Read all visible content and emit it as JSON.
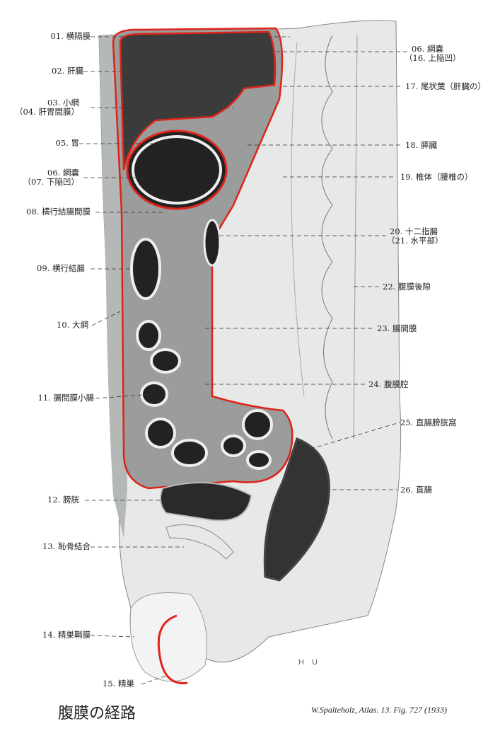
{
  "title": "腹膜の経路",
  "citation": "W.Spalteholz, Atlas. 13. Fig. 727 (1933)",
  "artist_signature": "H U",
  "colors": {
    "peritoneum": "#e0231a",
    "organ_dark": "#2a2a2a",
    "tissue": "#bfc3c2",
    "spine": "#e4e8e6"
  },
  "labels_left": [
    {
      "text": "01. 横隔膜"
    },
    {
      "text": "02. 肝臓"
    },
    {
      "text": "03. 小網",
      "sub": "（04. 肝胃間膜）"
    },
    {
      "text": "05. 胃"
    },
    {
      "text": "06. 網嚢",
      "sub": "（07. 下陥凹）"
    },
    {
      "text": "08. 横行結腸間膜"
    },
    {
      "text": "09. 横行結腸"
    },
    {
      "text": "10. 大網"
    },
    {
      "text": "11. 腸間膜小腸"
    },
    {
      "text": "12. 膀胱"
    },
    {
      "text": "13. 恥骨結合"
    },
    {
      "text": "14. 精巣鞘膜"
    },
    {
      "text": "15. 精巣"
    }
  ],
  "labels_right": [
    {
      "text": "06. 網嚢",
      "sub": "（16. 上陥凹）"
    },
    {
      "text": "17. 尾状葉（肝臓の）"
    },
    {
      "text": "18. 膵臓"
    },
    {
      "text": "19. 椎体（腰椎の）"
    },
    {
      "text": "20. 十二指腸",
      "sub": "（21. 水平部）"
    },
    {
      "text": "22. 腹膜後隙"
    },
    {
      "text": "23. 腸間膜"
    },
    {
      "text": "24. 腹膜腔"
    },
    {
      "text": "25. 直腸膀胱窩"
    },
    {
      "text": "26. 直腸"
    }
  ]
}
